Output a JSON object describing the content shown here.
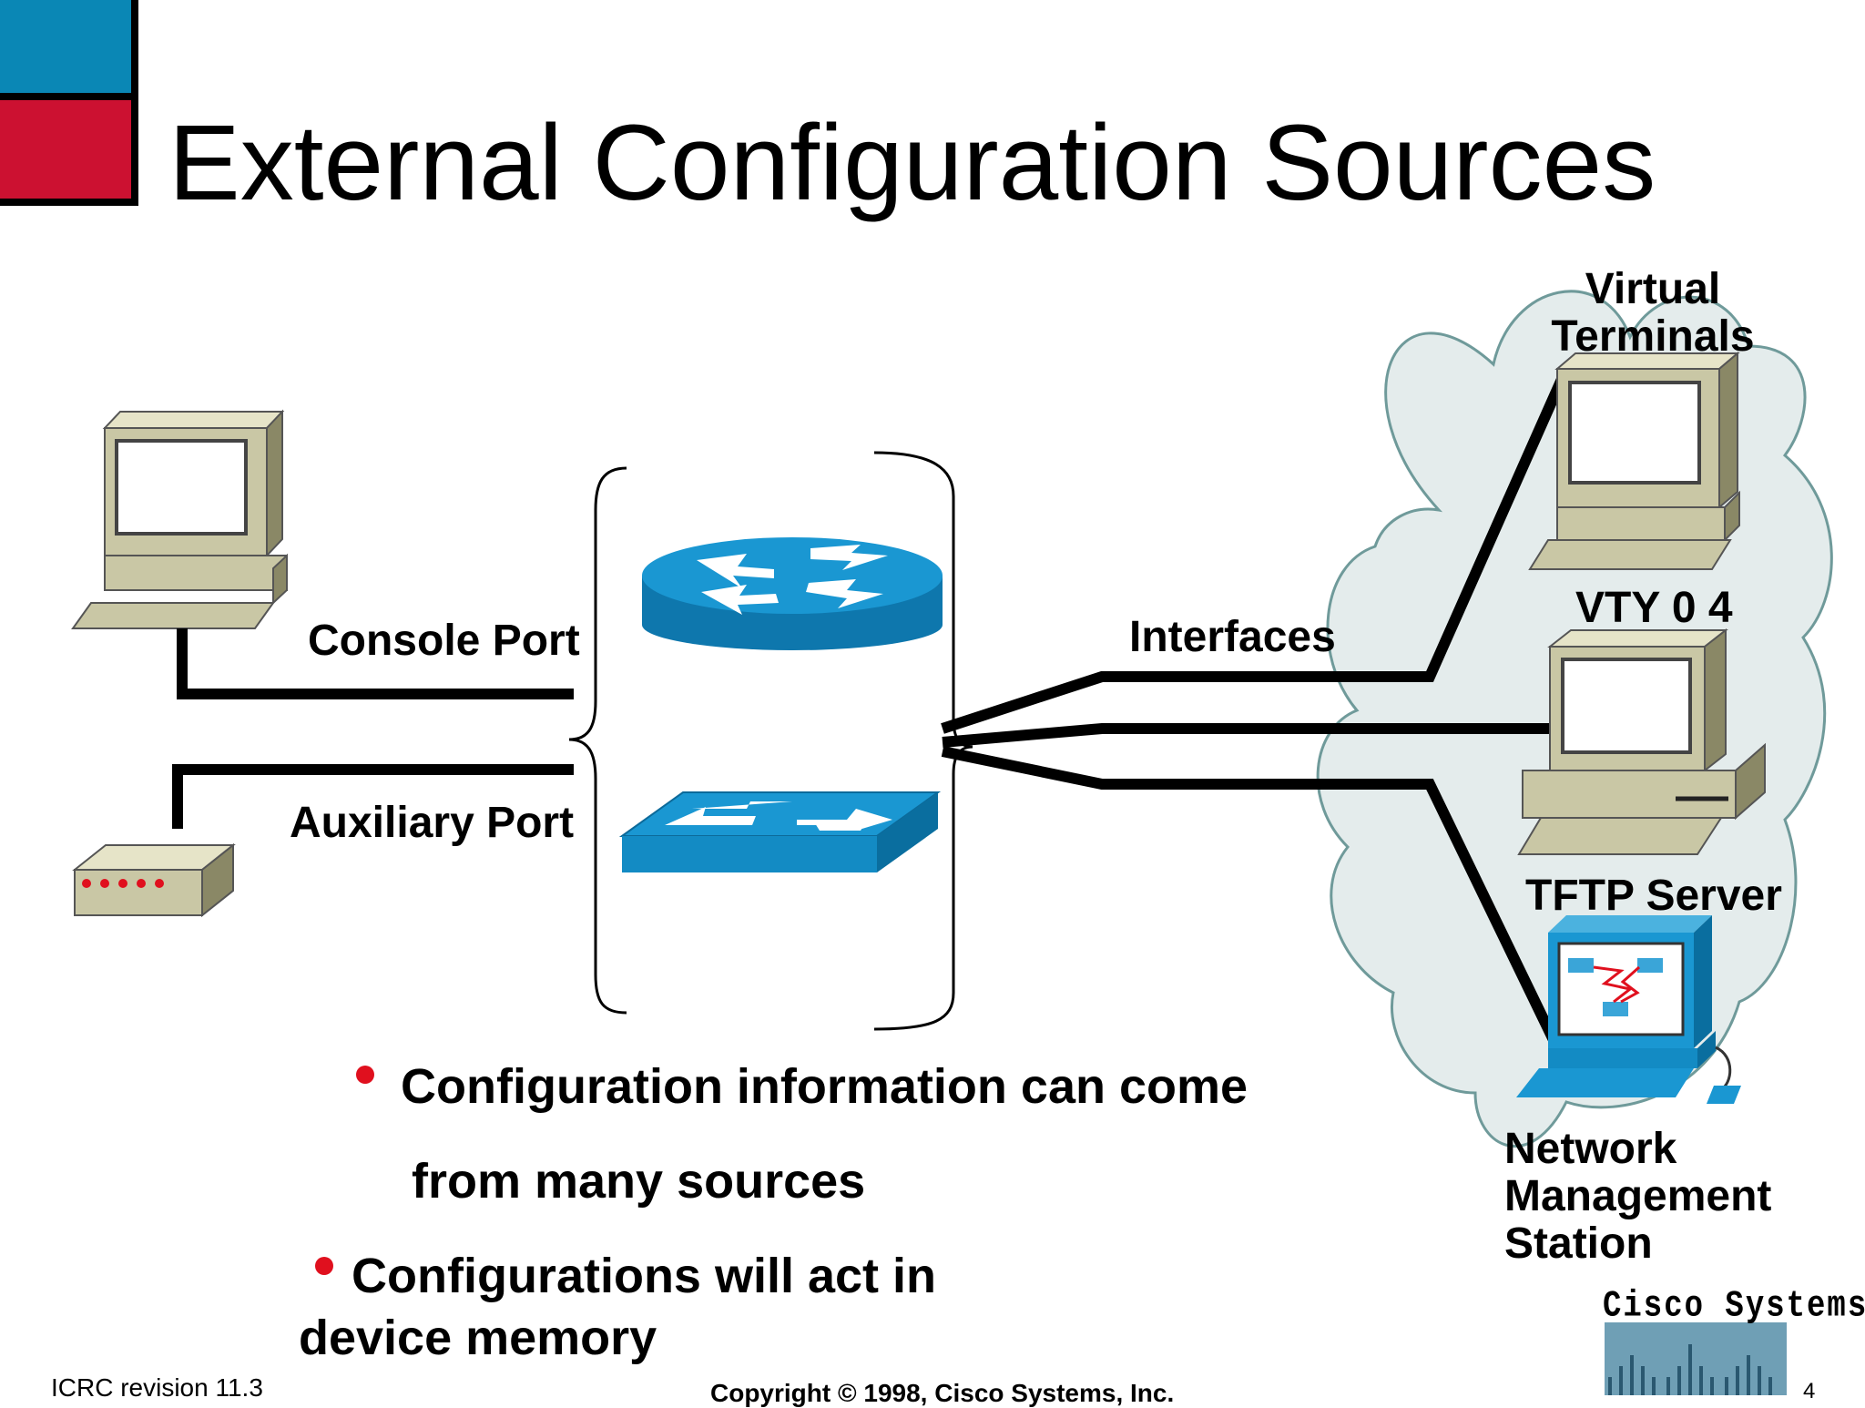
{
  "slide": {
    "title": "External Configuration Sources",
    "colors": {
      "accent_blue": "#0a87b5",
      "accent_red": "#cc1131",
      "bullet_red": "#e0101e",
      "device_beige": "#c9c7a5",
      "router_blue": "#1a8cc6",
      "cloud_fill": "#e4ecec"
    }
  },
  "diagram": {
    "labels": {
      "console_port": "Console Port",
      "auxiliary_port": "Auxiliary Port",
      "interfaces": "Interfaces",
      "virtual_terminals_1": "Virtual",
      "virtual_terminals_2": "Terminals",
      "vty": "VTY 0 4",
      "tftp_server": "TFTP Server",
      "nms_1": "Network",
      "nms_2": "Management",
      "nms_3": "Station"
    },
    "icons": [
      "computer-icon",
      "modem-icon",
      "router-icon",
      "switch-icon",
      "cloud-icon",
      "terminal-icon",
      "tftp-server-icon",
      "network-management-station-icon"
    ]
  },
  "bullets": {
    "b1_line1": "Configuration information can come",
    "b1_line2": "from many sources",
    "b2_line1": "Configurations will act in",
    "b2_line2": "device memory"
  },
  "footer": {
    "revision": "ICRC  revision  11.3",
    "copyright": "Copyright © 1998, Cisco Systems, Inc.",
    "logo_text": "Cisco Systems",
    "page_number": "4"
  }
}
